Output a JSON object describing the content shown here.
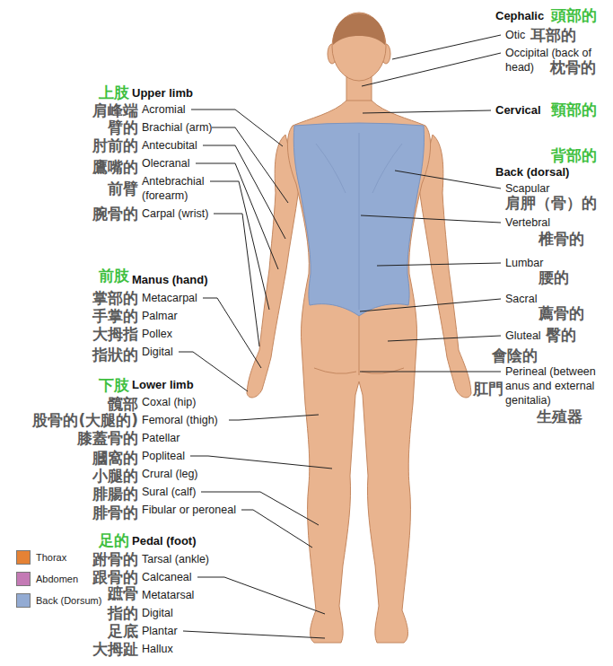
{
  "diagram": {
    "labels": [
      "Cephalic",
      "頭部的",
      "Otic",
      "耳部的",
      "Occipital (back of head)",
      "枕骨的",
      "Cervical",
      "頸部的",
      "上肢",
      "Upper limb",
      "肩峰端",
      "Acromial",
      "臂的",
      "Brachial (arm)",
      "肘前的",
      "Antecubital",
      "鷹嘴的",
      "Olecranal",
      "前臂",
      "Antebrachial (forearm)",
      "腕骨的",
      "Carpal (wrist)",
      "背部的",
      "Back (dorsal)",
      "Scapular",
      "肩胛（骨）的",
      "Vertebral",
      "椎骨的",
      "Lumbar",
      "腰的",
      "Sacral",
      "薦骨的",
      "Gluteal",
      "臀的",
      "前肢",
      "Manus (hand)",
      "掌部的",
      "Metacarpal",
      "手掌的",
      "Palmar",
      "大拇指",
      "Pollex",
      "指狀的",
      "Digital",
      "會陰的",
      "Perineal (between anus and external genitalia)",
      "肛門",
      "生殖器",
      "下肢",
      "Lower limb",
      "髖部",
      "Coxal (hip)",
      "股骨的(大腿的)",
      "Femoral (thigh)",
      "膝蓋骨的",
      "Patellar",
      "膕窩的",
      "Popliteal",
      "小腿的",
      "Crural (leg)",
      "腓腸的",
      "Sural (calf)",
      "腓骨的",
      "Fibular or peroneal",
      "足的",
      "Pedal (foot)",
      "跗骨的",
      "Tarsal (ankle)",
      "跟骨的",
      "Calcaneal",
      "蹠骨",
      "Metatarsal",
      "指的",
      "Digital",
      "足底",
      "Plantar",
      "大拇趾",
      "Hallux"
    ],
    "legend": [
      {
        "text": "Thorax",
        "color": "#e58235"
      },
      {
        "text": "Abdomen",
        "color": "#c47ab5"
      },
      {
        "text": "Back (Dorsum)",
        "color": "#93abd3"
      }
    ]
  }
}
